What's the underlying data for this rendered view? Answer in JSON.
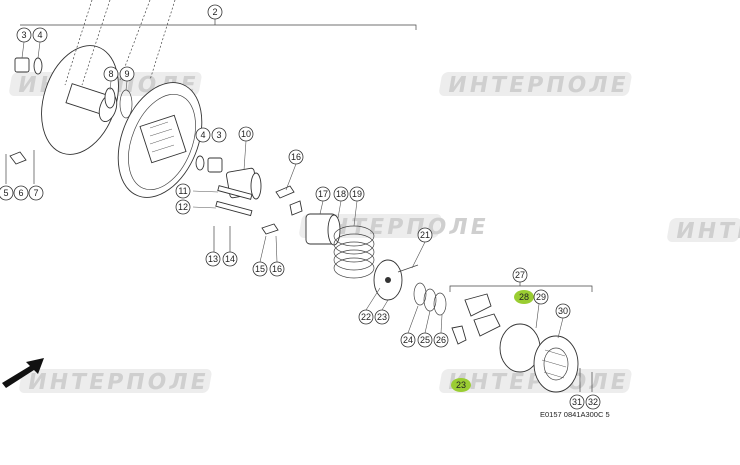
{
  "watermark": "ИНТЕРПОЛЕ",
  "drawing_code": "E0157  0841A300C 5",
  "highlight_color": "#9acd32",
  "callouts": [
    "2",
    "3",
    "4",
    "8",
    "9",
    "4",
    "3",
    "10",
    "16",
    "5",
    "6",
    "7",
    "11",
    "12",
    "17",
    "18",
    "19",
    "13",
    "14",
    "15",
    "16",
    "21",
    "22",
    "23",
    "27",
    "28",
    "29",
    "30",
    "24",
    "25",
    "26",
    "23",
    "31",
    "32"
  ]
}
